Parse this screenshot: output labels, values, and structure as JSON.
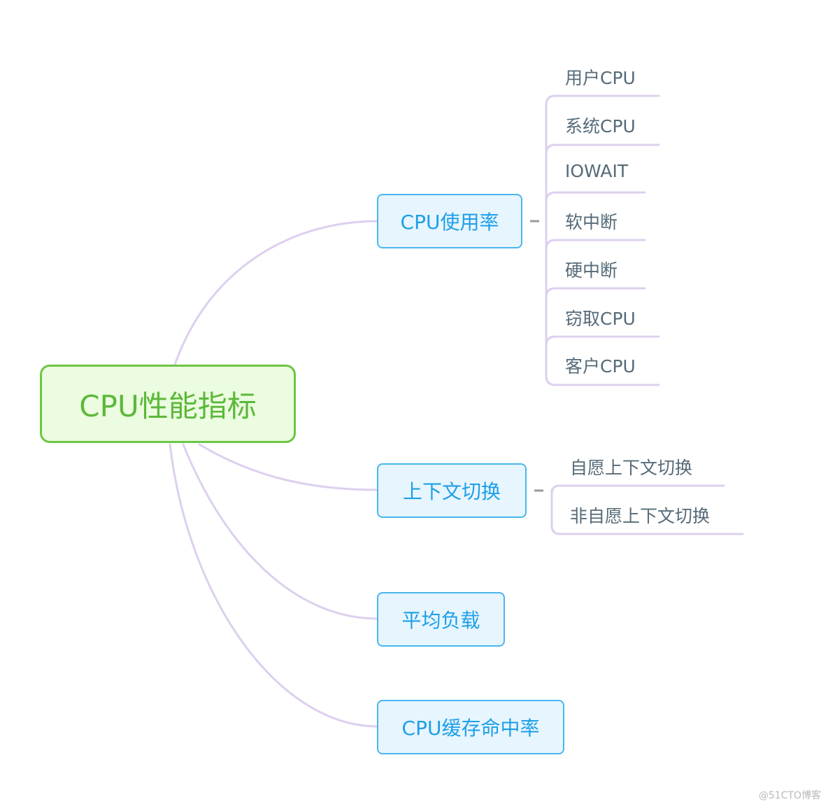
{
  "root": {
    "label": "CPU性能指标"
  },
  "branches": [
    {
      "label": "CPU使用率",
      "children": [
        "用户CPU",
        "系统CPU",
        "IOWAIT",
        "软中断",
        "硬中断",
        "窃取CPU",
        "客户CPU"
      ]
    },
    {
      "label": "上下文切换",
      "children": [
        "自愿上下文切换",
        "非自愿上下文切换"
      ]
    },
    {
      "label": "平均负载",
      "children": []
    },
    {
      "label": "CPU缓存命中率",
      "children": []
    }
  ],
  "watermark": "@51CTO博客",
  "colors": {
    "root_border": "#6cc644",
    "root_fill": "#ebfce0",
    "branch_border": "#49b7ee",
    "branch_fill": "#e7f5fe",
    "connector": "#ddd0ee",
    "collapse_dash": "#9a9a9a"
  }
}
